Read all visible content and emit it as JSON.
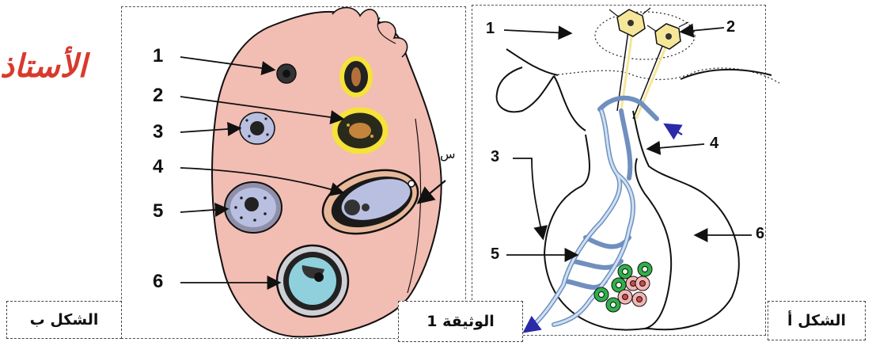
{
  "watermark": "الأستاذ",
  "figure_b": {
    "caption": "الشكل ب",
    "point_label": "س",
    "labels": [
      "1",
      "2",
      "3",
      "4",
      "5",
      "6"
    ]
  },
  "figure_a": {
    "caption": "الشكل أ",
    "labels": [
      "1",
      "2",
      "3",
      "4",
      "5",
      "6"
    ]
  },
  "document_title": "الوثيقة 1"
}
